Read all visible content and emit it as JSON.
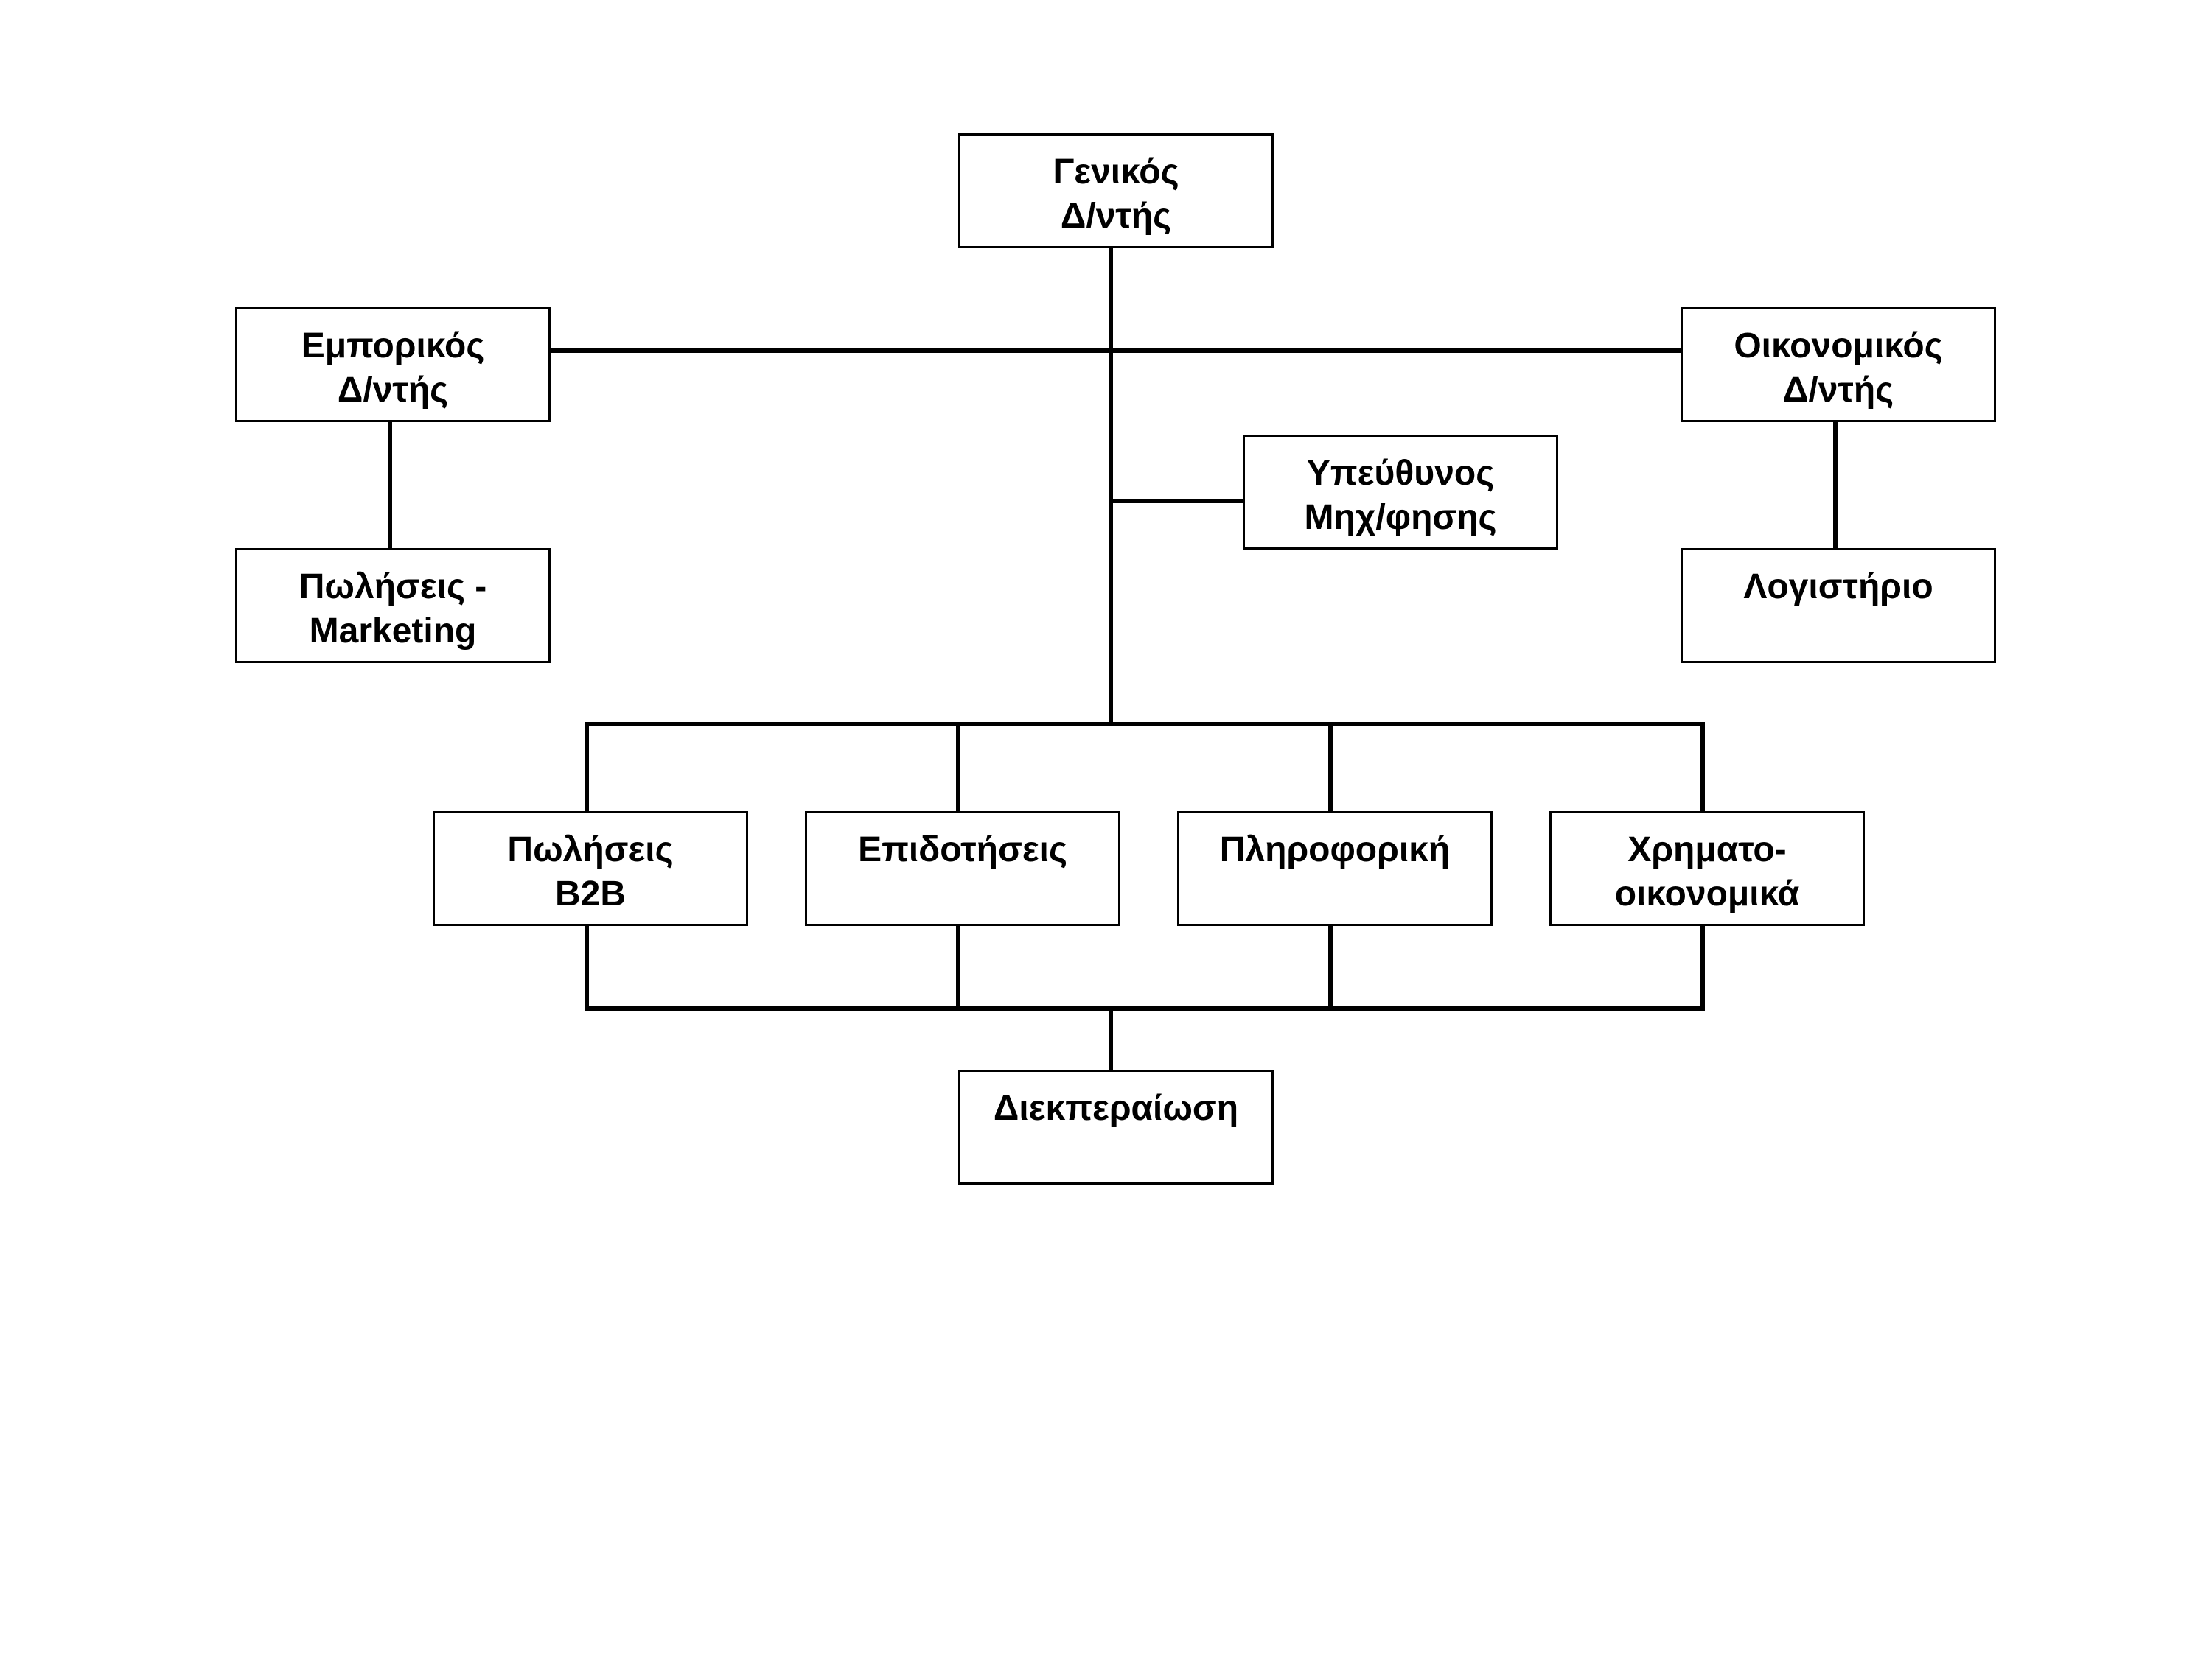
{
  "diagram": {
    "nodes": {
      "general_director": {
        "line1": "Γενικός",
        "line2": "Δ/ντής"
      },
      "commercial_director": {
        "line1": "Εμπορικός",
        "line2": "Δ/ντής"
      },
      "financial_director": {
        "line1": "Οικονομικός",
        "line2": "Δ/ντής"
      },
      "mechanization_manager": {
        "line1": "Υπεύθυνος",
        "line2": "Μηχ/φησης"
      },
      "sales_marketing": {
        "line1": "Πωλήσεις -",
        "line2": "Marketing"
      },
      "accounting": {
        "line1": "Λογιστήριο"
      },
      "sales_b2b": {
        "line1": "Πωλήσεις",
        "line2": "B2B"
      },
      "subsidies": {
        "line1": "Επιδοτήσεις"
      },
      "informatics": {
        "line1": "Πληροφορική"
      },
      "financial": {
        "line1": "Χρηματο-",
        "line2": "οικονομικά"
      },
      "processing": {
        "line1": "Διεκπεραίωση"
      }
    }
  }
}
